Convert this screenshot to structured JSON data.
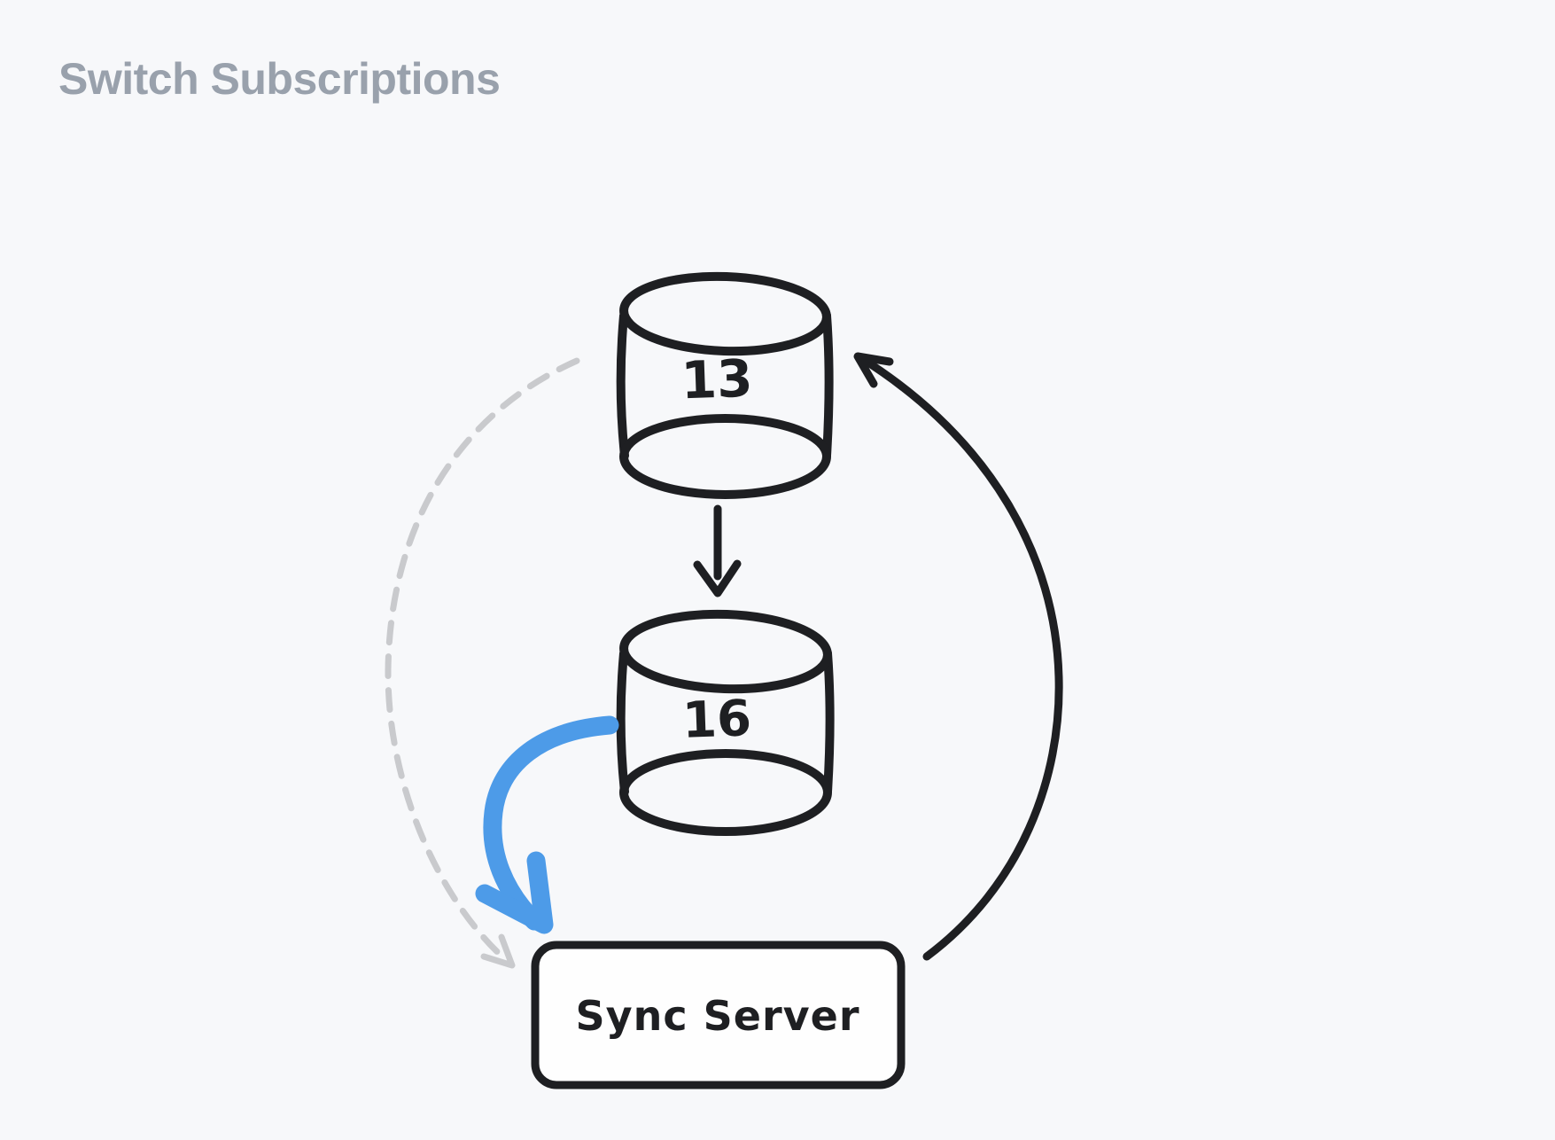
{
  "page": {
    "title": "Switch Subscriptions"
  },
  "diagram": {
    "nodes": {
      "db_top": {
        "label": "13",
        "shape": "database-cylinder"
      },
      "db_bottom": {
        "label": "16",
        "shape": "database-cylinder"
      },
      "sync_server": {
        "label": "Sync Server",
        "shape": "rounded-box"
      }
    },
    "edges": [
      {
        "id": "db13-to-db16",
        "from": "13",
        "to": "16",
        "style": "solid",
        "color": "#1e1f22"
      },
      {
        "id": "db13-to-sync-server",
        "from": "13",
        "to": "Sync Server",
        "style": "dashed",
        "color": "#c9cacd"
      },
      {
        "id": "db16-to-sync-server",
        "from": "16",
        "to": "Sync Server",
        "style": "thick",
        "color": "#4d9be8"
      },
      {
        "id": "sync-server-to-db13",
        "from": "Sync Server",
        "to": "13",
        "style": "solid",
        "color": "#1e1f22"
      }
    ],
    "colors": {
      "background": "#f7f8fa",
      "stroke": "#1e1f22",
      "dashed_gray": "#c9cacd",
      "accent_blue": "#4d9be8",
      "title_gray": "#99a1ac",
      "box_fill": "#fefefe"
    }
  }
}
